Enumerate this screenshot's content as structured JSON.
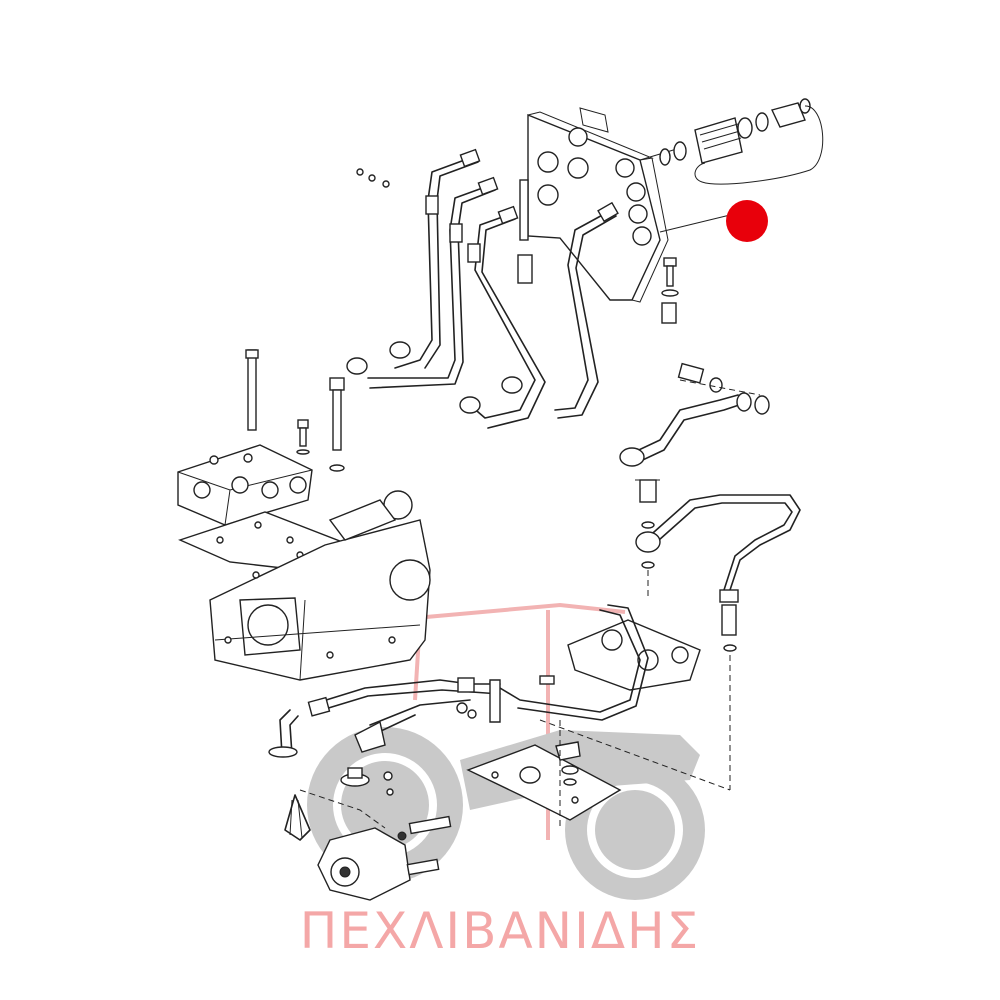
{
  "watermark": {
    "brand_text": "ΠΕΧΛΙΒΑΝΙΔΗΣ",
    "brand_color": "#f4a7a7",
    "logo": "tractor-watermark"
  },
  "callout": {
    "marker_color": "#e8000b",
    "icon": "red-dot-marker"
  },
  "diagram": {
    "subject": "hydraulic-pipes-exploded-view"
  }
}
